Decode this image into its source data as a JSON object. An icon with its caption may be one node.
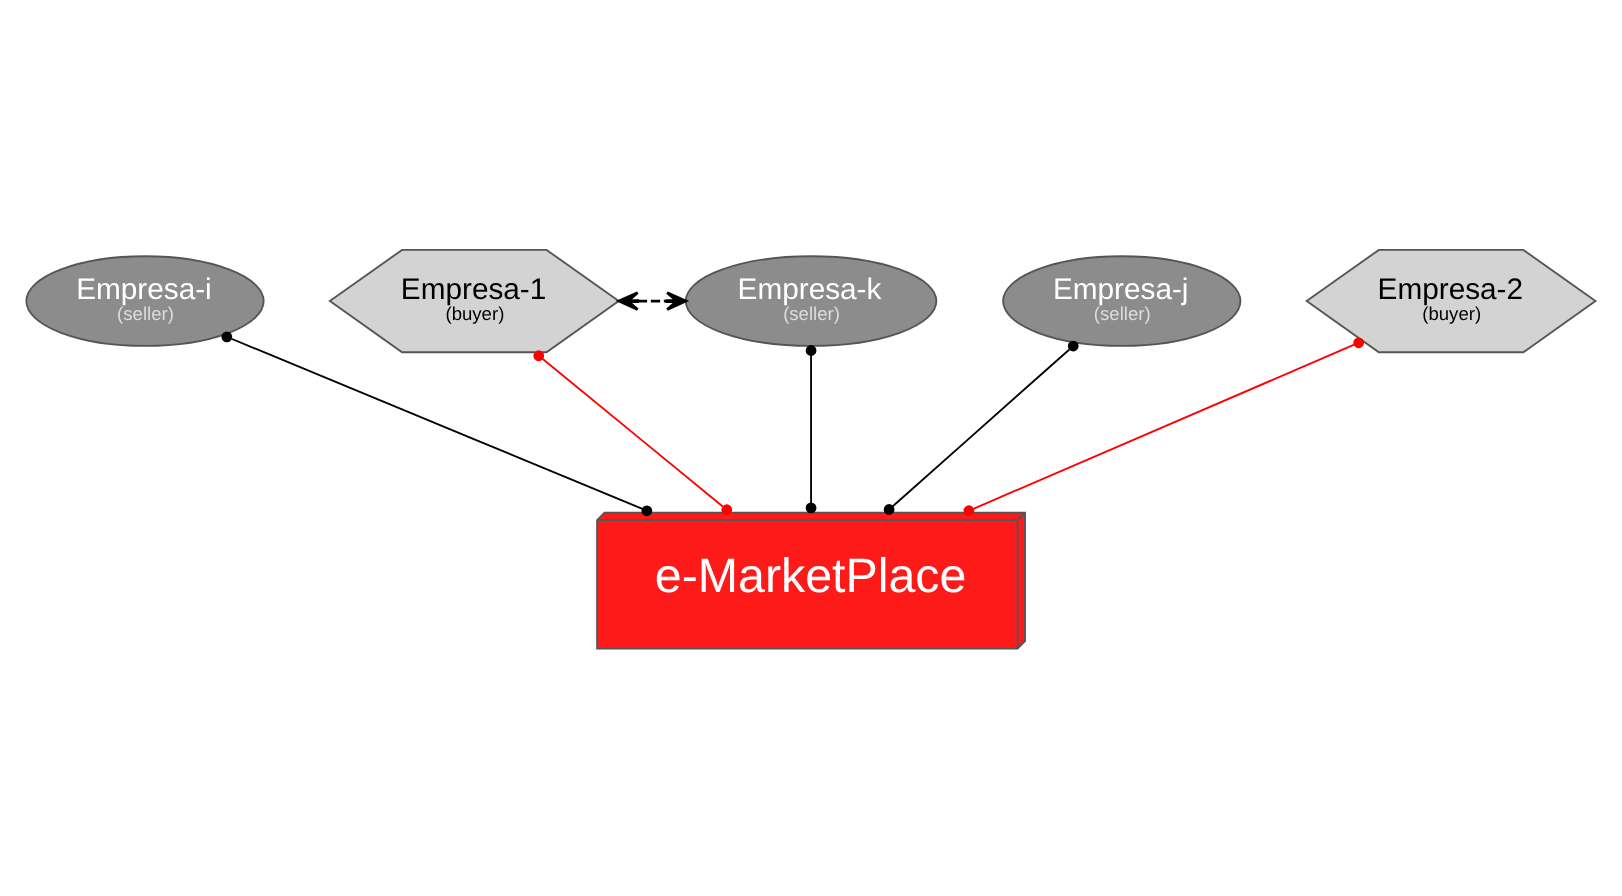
{
  "diagram": {
    "nodes": [
      {
        "text": [
          "Empresa-i",
          "(seller)"
        ]
      },
      {
        "text": [
          "Empresa-1",
          "(buyer)"
        ]
      },
      {
        "text": [
          "Empresa-j",
          "(seller)"
        ]
      },
      {
        "text": [
          "Empresa-2",
          "(buyer)"
        ]
      },
      {
        "text": [
          "Empresa-k",
          "(seller)"
        ]
      },
      {
        "text": [
          "e-MarketPlace"
        ]
      }
    ],
    "edges": [
      {
        "from": 0,
        "to": 5,
        "arrow": "other"
      },
      {
        "from": 1,
        "to": 5,
        "arrow": "other",
        "color": "#ff0000"
      },
      {
        "from": 2,
        "to": 5,
        "arrow": "other"
      },
      {
        "from": 3,
        "to": 5,
        "arrow": "other",
        "color": "#ff0000"
      },
      {
        "from": 4,
        "to": 5,
        "arrow": "other"
      },
      {
        "from": 1,
        "to": 4,
        "arrow": "both",
        "style": "dashed"
      }
    ]
  }
}
